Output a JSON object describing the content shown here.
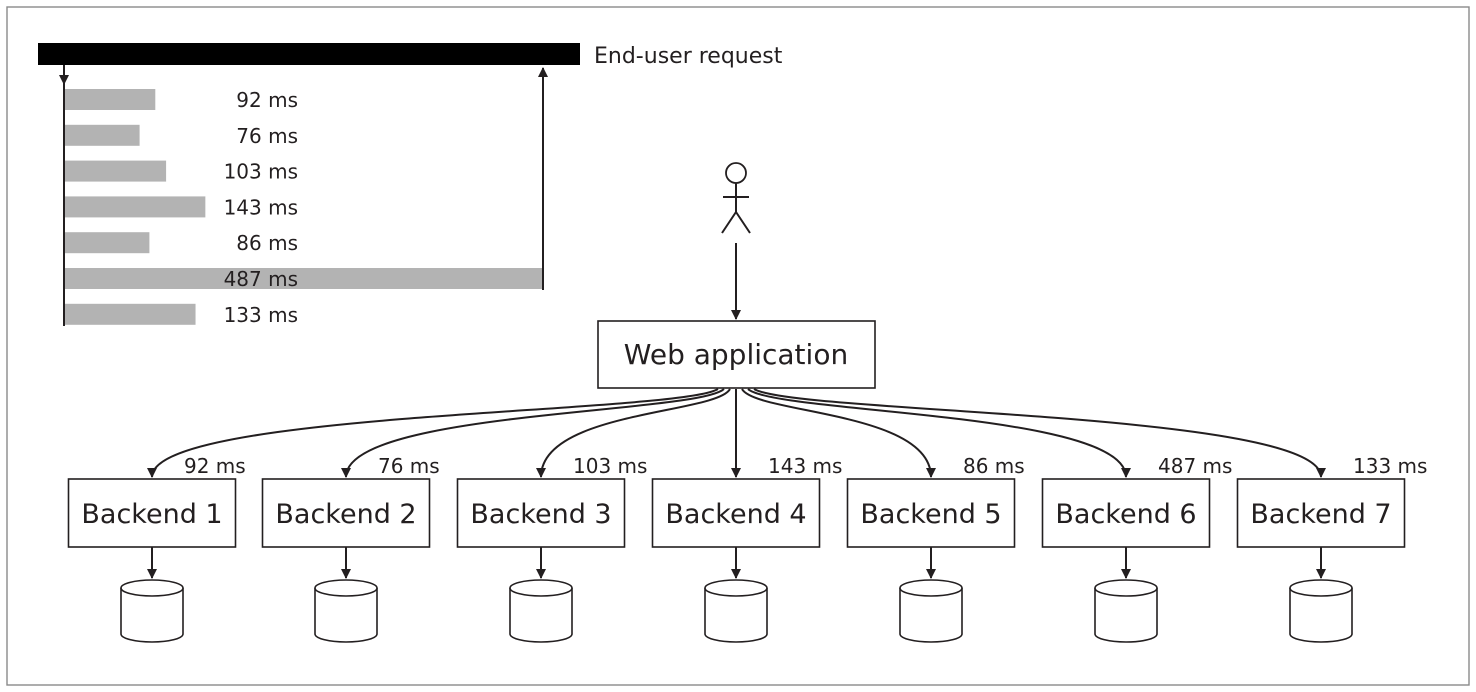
{
  "request_label": "End-user request",
  "person_icon": "stick-figure-icon",
  "web_app_label": "Web application",
  "database_icon": "database-cylinder-icon",
  "colors": {
    "ink": "#231f20",
    "bar": "#b3b3b3",
    "frame": "#8a8a8a"
  },
  "calls": [
    {
      "backend": "Backend 1",
      "latency_ms": 92,
      "latency_label": "92 ms"
    },
    {
      "backend": "Backend 2",
      "latency_ms": 76,
      "latency_label": "76 ms"
    },
    {
      "backend": "Backend 3",
      "latency_ms": 103,
      "latency_label": "103 ms"
    },
    {
      "backend": "Backend 4",
      "latency_ms": 143,
      "latency_label": "143 ms"
    },
    {
      "backend": "Backend 5",
      "latency_ms": 86,
      "latency_label": "86 ms"
    },
    {
      "backend": "Backend 6",
      "latency_ms": 487,
      "latency_label": "487 ms"
    },
    {
      "backend": "Backend 7",
      "latency_ms": 133,
      "latency_label": "133 ms"
    }
  ]
}
